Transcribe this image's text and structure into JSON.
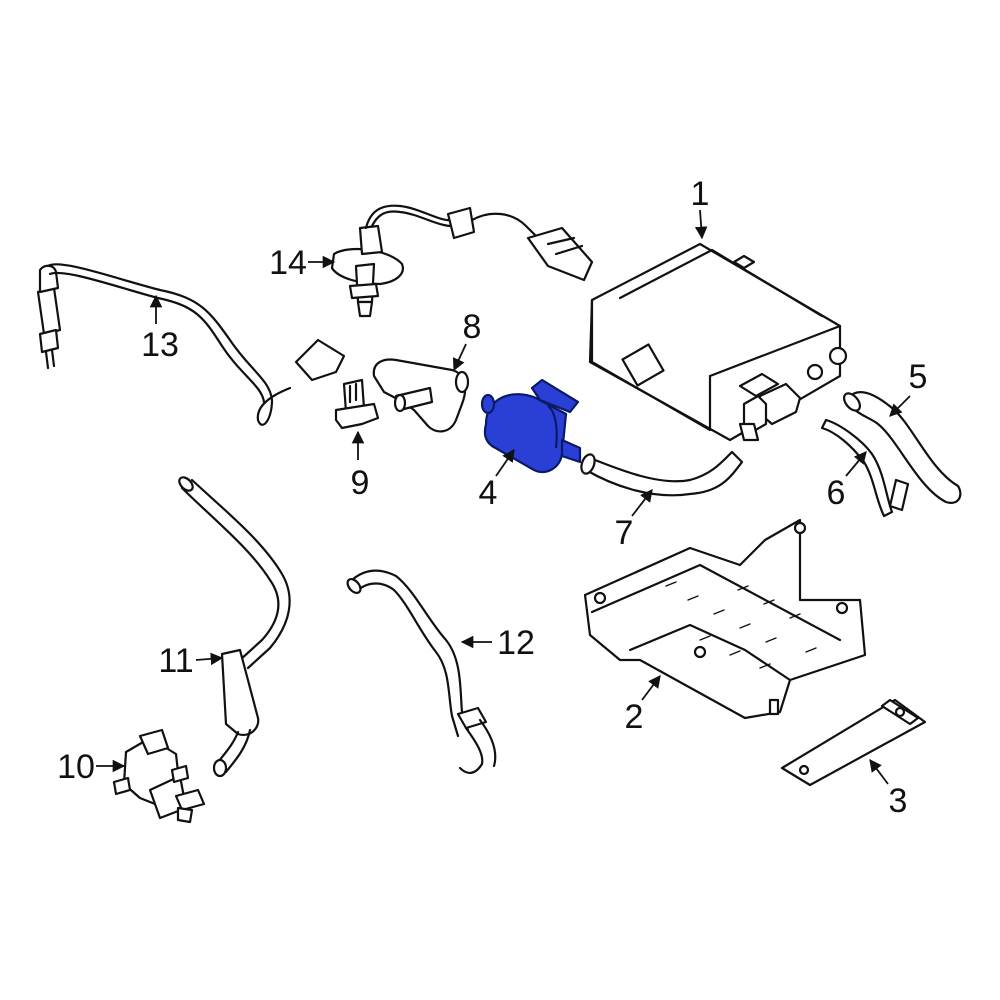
{
  "callouts": [
    {
      "id": "1",
      "label": "1"
    },
    {
      "id": "2",
      "label": "2"
    },
    {
      "id": "3",
      "label": "3"
    },
    {
      "id": "4",
      "label": "4"
    },
    {
      "id": "5",
      "label": "5"
    },
    {
      "id": "6",
      "label": "6"
    },
    {
      "id": "7",
      "label": "7"
    },
    {
      "id": "8",
      "label": "8"
    },
    {
      "id": "9",
      "label": "9"
    },
    {
      "id": "10",
      "label": "10"
    },
    {
      "id": "11",
      "label": "11"
    },
    {
      "id": "12",
      "label": "12"
    },
    {
      "id": "13",
      "label": "13"
    },
    {
      "id": "14",
      "label": "14"
    }
  ],
  "colors": {
    "highlight_fill": "#2a3fd6",
    "line": "#111111",
    "background": "#ffffff"
  }
}
